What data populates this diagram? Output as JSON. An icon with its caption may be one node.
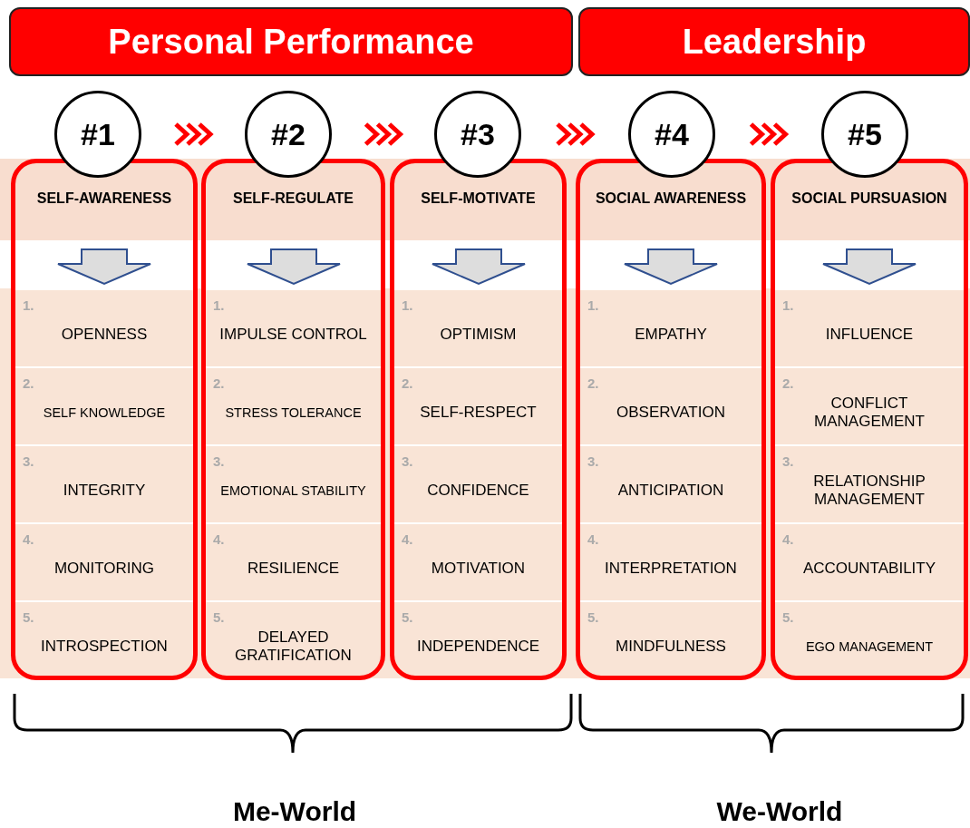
{
  "diagram": {
    "nodes": [
      {
        "text": [
          "Personal Performance"
        ]
      },
      {
        "text": [
          "Leadership"
        ]
      },
      {
        "text": [
          "#1"
        ]
      },
      {
        "text": [
          "#2"
        ]
      },
      {
        "text": [
          "#3"
        ]
      },
      {
        "text": [
          "#4"
        ]
      },
      {
        "text": [
          "#5"
        ]
      },
      {
        "text": [
          "SELF-AWARENESS"
        ]
      },
      {
        "text": [
          "1.",
          "OPENNESS"
        ],
        "in": 7
      },
      {
        "text": [
          "2.",
          "SELF KNOWLEDGE"
        ],
        "in": 7
      },
      {
        "text": [
          "3.",
          "INTEGRITY"
        ],
        "in": 7
      },
      {
        "text": [
          "4.",
          "MONITORING"
        ],
        "in": 7
      },
      {
        "text": [
          "5.",
          "INTROSPECTION"
        ],
        "in": 7
      },
      {
        "text": [
          "SELF-REGULATE"
        ]
      },
      {
        "text": [
          "1.",
          "IMPULSE CONTROL"
        ],
        "in": 13
      },
      {
        "text": [
          "2.",
          "STRESS TOLERANCE"
        ],
        "in": 13
      },
      {
        "text": [
          "3.",
          "EMOTIONAL STABILITY"
        ],
        "in": 13
      },
      {
        "text": [
          "4.",
          "RESILIENCE"
        ],
        "in": 13
      },
      {
        "text": [
          "5.",
          "DELAYED GRATIFICATION"
        ],
        "in": 13
      },
      {
        "text": [
          "SELF-MOTIVATE"
        ]
      },
      {
        "text": [
          "1.",
          "OPTIMISM"
        ],
        "in": 19
      },
      {
        "text": [
          "2.",
          "SELF-RESPECT"
        ],
        "in": 19
      },
      {
        "text": [
          "3.",
          "CONFIDENCE"
        ],
        "in": 19
      },
      {
        "text": [
          "4.",
          "MOTIVATION"
        ],
        "in": 19
      },
      {
        "text": [
          "5.",
          "INDEPENDENCE"
        ],
        "in": 19
      },
      {
        "text": [
          "SOCIAL AWARENESS"
        ]
      },
      {
        "text": [
          "1.",
          "EMPATHY"
        ],
        "in": 25
      },
      {
        "text": [
          "2.",
          "OBSERVATION"
        ],
        "in": 25
      },
      {
        "text": [
          "3.",
          "ANTICIPATION"
        ],
        "in": 25
      },
      {
        "text": [
          "4.",
          "INTERPRETATION"
        ],
        "in": 25
      },
      {
        "text": [
          "5.",
          "MINDFULNESS"
        ],
        "in": 25
      },
      {
        "text": [
          "SOCIAL PURSUASION"
        ]
      },
      {
        "text": [
          "1.",
          "INFLUENCE"
        ],
        "in": 31
      },
      {
        "text": [
          "2.",
          "CONFLICT MANAGEMENT"
        ],
        "in": 31
      },
      {
        "text": [
          "3.",
          "RELATIONSHIP MANAGEMENT"
        ],
        "in": 31
      },
      {
        "text": [
          "4.",
          "ACCOUNTABILITY"
        ],
        "in": 31
      },
      {
        "text": [
          "5.",
          "EGO MANAGEMENT"
        ],
        "in": 31
      }
    ],
    "edges": [
      {
        "from": 2,
        "to": 3,
        "arrow": "to"
      },
      {
        "from": 3,
        "to": 4,
        "arrow": "to"
      },
      {
        "from": 4,
        "to": 5,
        "arrow": "to"
      },
      {
        "from": 5,
        "to": 6,
        "arrow": "to"
      }
    ],
    "labels": [
      "Me-World",
      "We-World"
    ]
  }
}
